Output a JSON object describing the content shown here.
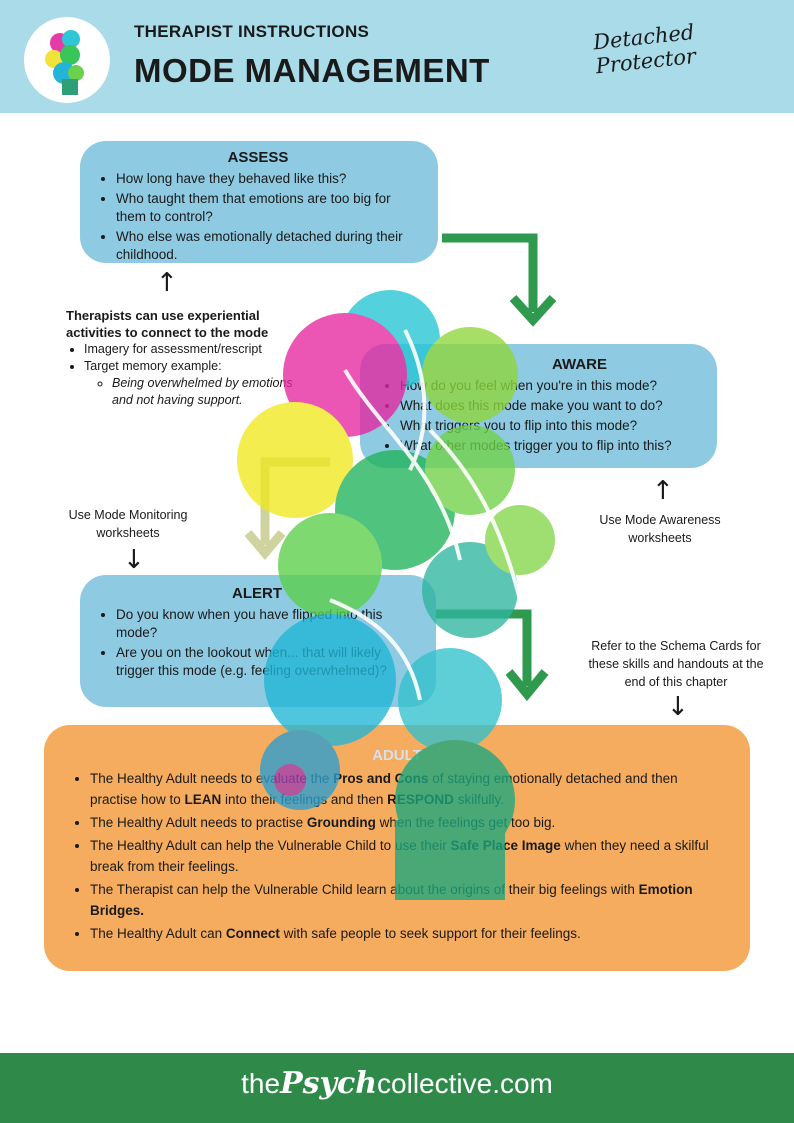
{
  "header": {
    "kicker": "THERAPIST INSTRUCTIONS",
    "title": "MODE MANAGEMENT",
    "signature": "Detached Protector",
    "logo_icon": "head-silhouette-logo-icon"
  },
  "assess": {
    "heading": "ASSESS",
    "items": [
      "How long have they behaved like this?",
      "Who taught them that emotions are too big for them to control?",
      "Who else was emotionally detached during their childhood."
    ]
  },
  "aware": {
    "heading": "AWARE",
    "items": [
      "How do you feel when you're in this mode?",
      "What does this mode make you want to do?",
      "What triggers you to flip into this mode?",
      "What other modes trigger you to flip into this?"
    ]
  },
  "alert": {
    "heading": "ALERT",
    "items": [
      "Do you know when you have flipped into this mode?",
      "Are you on the lookout when... that will likely trigger this mode (e.g. feeling overwhelmed)?"
    ]
  },
  "adult": {
    "heading": "ADULT",
    "items": [
      {
        "pre": "The Healthy Adult needs to evaluate the ",
        "kw": "Pros and Cons",
        "post": " of staying emotionally detached and then practise how to ",
        "kw2": "LEAN",
        "mid": " into their feelings and then ",
        "kw3": "RESPOND",
        "end": " skilfully."
      },
      {
        "pre": "The Healthy Adult needs to practise ",
        "kw": "Grounding",
        "post": " when the feelings get too big."
      },
      {
        "pre": "The Healthy Adult can help the Vulnerable Child to use their ",
        "kw": "Safe Place Image",
        "post": " when they need a skilful break from their feelings."
      },
      {
        "pre": "The Therapist can help the Vulnerable Child learn about the origins of their big feelings with ",
        "kw": "Emotion Bridges.",
        "post": ""
      },
      {
        "pre": "The Healthy Adult can ",
        "kw": "Connect",
        "post": " with safe people to seek support for their feelings."
      }
    ]
  },
  "experiential": {
    "lead": "Therapists can use experiential activities to connect to the mode",
    "bullets": [
      "Imagery for assessment/rescript",
      "Target memory example:"
    ],
    "sub": "Being overwhelmed by emotions and not having support."
  },
  "notes": {
    "monitoring": "Use Mode Monitoring worksheets",
    "awareness": "Use Mode Awareness worksheets",
    "schema": "Refer to the Schema Cards for these skills and handouts at the end of this chapter"
  },
  "footer": {
    "the": "the",
    "psych": "Psych",
    "collective": "collective.com"
  },
  "colors": {
    "header_bg": "#a9dbe9",
    "box_blue": "#8ecae2",
    "box_orange": "#f6ac5e",
    "arrow_green": "#2f9a4e",
    "footer_bg": "#2f8a4a"
  }
}
